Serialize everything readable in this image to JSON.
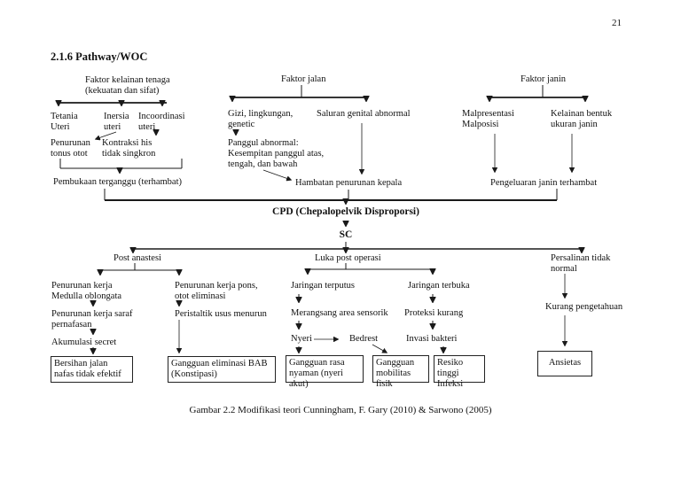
{
  "page": {
    "number": "21",
    "section_heading": "2.1.6 Pathway/WOC",
    "caption": "Gambar 2.2 Modifikasi teori Cunningham, F. Gary (2010) & Sarwono (2005)"
  },
  "flowchart": {
    "tenaga": {
      "title": "Faktor kelainan tenaga",
      "subtitle": "(kekuatan dan sifat)",
      "tetania": "Tetania Uteri",
      "inersia": "Inersia uteri",
      "incoordinasi": "Incoordinasi uteri",
      "penurunan_tonus": "Penurunan tonus otot",
      "kontraksi_his": "Kontraksi his tidak singkron",
      "pembukaan": "Pembukaan terganggu (terhambat)"
    },
    "jalan": {
      "title": "Faktor jalan",
      "gizi": "Gizi, lingkungan, genetic",
      "panggul": "Panggul abnormal: Kesempitan panggul atas, tengah, dan bawah",
      "saluran": "Saluran genital abnormal",
      "hambatan": "Hambatan penurunan kepala"
    },
    "janin": {
      "title": "Faktor janin",
      "malpresentasi": "Malpresentasi Malposisi",
      "kelainan_bentuk": "Kelainan bentuk ukuran janin",
      "pengeluaran": "Pengeluaran janin terhambat"
    },
    "core": {
      "cpd": "CPD (Chepalopelvik Disproporsi)",
      "sc": "SC"
    },
    "post_anastesi": {
      "title": "Post anastesi",
      "medulla": "Penurunan kerja Medulla oblongata",
      "saraf": "Penurunan kerja saraf pernafasan",
      "akumulasi": "Akumulasi secret",
      "dx_bersihan": "Bersihan jalan nafas tidak efektif",
      "pons": "Penurunan kerja pons, otot eliminasi",
      "peristaltik": "Peristaltik usus menurun",
      "dx_eliminasi": "Gangguan eliminasi BAB (Konstipasi)"
    },
    "luka": {
      "title": "Luka post operasi",
      "terputus": "Jaringan terputus",
      "merangsang": "Merangsang area sensorik",
      "nyeri": "Nyeri",
      "bedrest": "Bedrest",
      "dx_nyaman": "Gangguan rasa nyaman (nyeri akut)",
      "dx_mobilitas": "Gangguan mobilitas fisik",
      "terbuka": "Jaringan terbuka",
      "proteksi": "Proteksi kurang",
      "invasi": "Invasi bakteri",
      "dx_infeksi": "Resiko tinggi Infeksi"
    },
    "persalinan": {
      "title": "Persalinan tidak normal",
      "kurang_pengetahuan": "Kurang pengetahuan",
      "dx_ansietas": "Ansietas"
    }
  }
}
